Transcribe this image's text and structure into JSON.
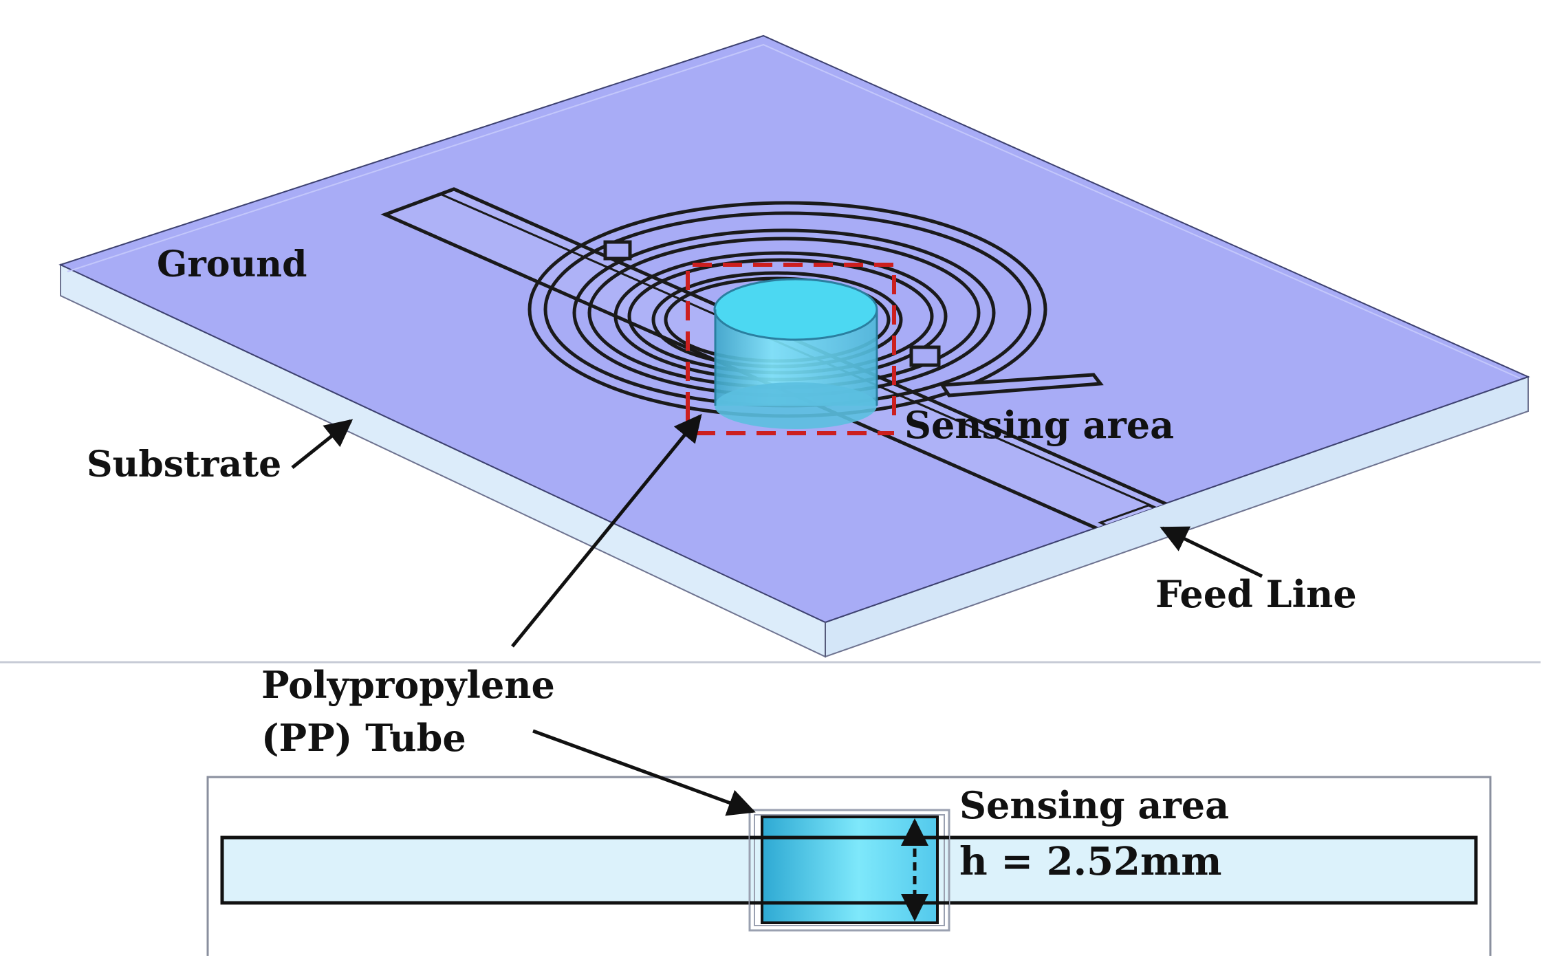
{
  "labels": {
    "ground": "Ground",
    "substrate": "Substrate",
    "sensing_area_top": "Sensing area",
    "feed_line": "Feed Line",
    "pp_tube_line1": "Polypropylene",
    "pp_tube_line2": "(PP) Tube",
    "sensing_area_bottom": "Sensing area",
    "height": "h = 2.52mm"
  },
  "colors": {
    "board_top": "#a8acf6",
    "board_front": "#dcecfa",
    "tube_top": "#4cd8f2",
    "tube_side": "#6bc6e6",
    "sensing_box": "#cc1f1f",
    "outline": "#1a1a1a"
  }
}
